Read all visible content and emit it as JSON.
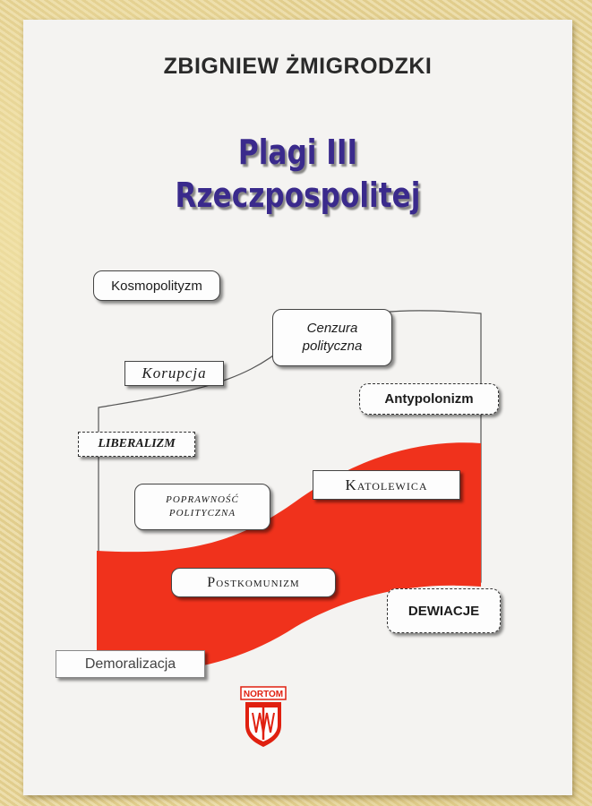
{
  "book": {
    "author": "ZBIGNIEW ŻMIGRODZKI",
    "title_line1": "Plagi III",
    "title_line2": "Rzeczpospolitej"
  },
  "labels": {
    "kosmopolityzm": "Kosmopolityzm",
    "cenzura_line1": "Cenzura",
    "cenzura_line2": "polityczna",
    "korupcja": "Korupcja",
    "antypolonizm": "Antypolonizm",
    "liberalizm": "LIBERALIZM",
    "katolewica": "Katolewica",
    "poprawnosc_line1": "POPRAWNOŚĆ",
    "poprawnosc_line2": "POLITYCZNA",
    "postkomunizm": "Postkomunizm",
    "dewiacje": "DEWIACJE",
    "demoralizacja": "Demoralizacja"
  },
  "publisher": {
    "logo_text": "NORTOM"
  },
  "colors": {
    "title": "#3a2a8c",
    "flag_red": "#f0321c",
    "background_fabric": "#e9d79a"
  }
}
